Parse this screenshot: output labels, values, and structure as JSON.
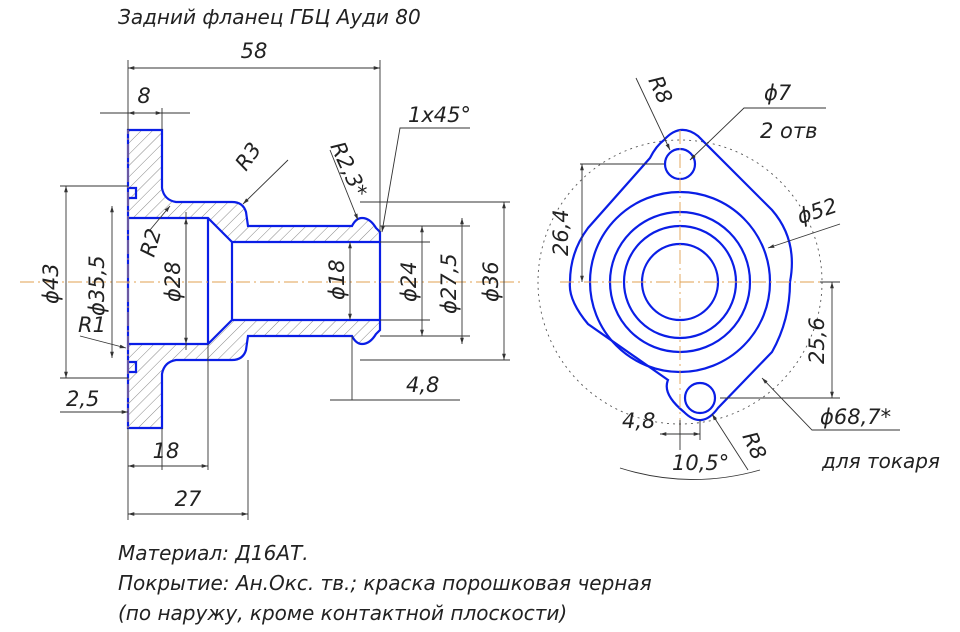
{
  "title": "Задний фланец ГБЦ Ауди 80",
  "left_view": {
    "dims": {
      "len_58": "58",
      "len_8": "8",
      "chamfer": "1x45°",
      "r3": "R3",
      "r23": "R2,3*",
      "r2": "R2",
      "r1": "R1",
      "d43": "ϕ43",
      "d355": "ϕ35,5",
      "d28": "ϕ28",
      "d18": "ϕ18",
      "d24": "ϕ24",
      "d275": "ϕ27,5",
      "d36": "ϕ36",
      "len_25": "2,5",
      "len_48": "4,8",
      "len_18": "18",
      "len_27": "27"
    }
  },
  "right_view": {
    "dims": {
      "r8_top": "R8",
      "d7": "ϕ7",
      "holes": "2 отв",
      "d52": "ϕ52",
      "len_264": "26,4",
      "len_256": "25,6",
      "d687": "ϕ68,7*",
      "turner_note": "для токаря",
      "len_48": "4,8",
      "r8_bottom": "R8",
      "angle": "10,5°"
    }
  },
  "notes": {
    "material": "Материал: Д16АТ.",
    "coating": "Покрытие: Ан.Окс. тв.; краска порошковая черная",
    "coating_detail": "(по наружу, кроме контактной плоскости)"
  },
  "colors": {
    "outline": "#0a1ee6",
    "axis": "#e0a050",
    "ink": "#222222"
  }
}
